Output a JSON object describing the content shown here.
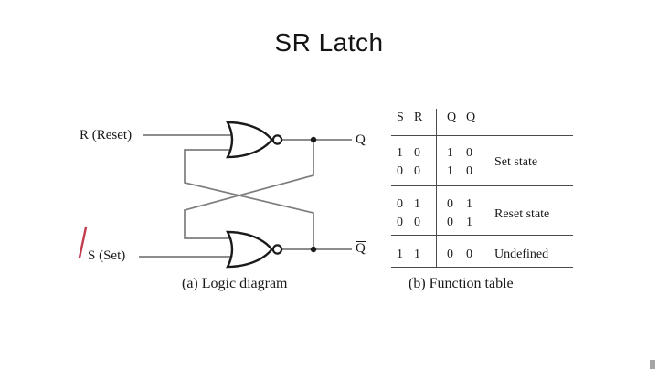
{
  "title": "SR Latch",
  "diagram": {
    "caption": "(a) Logic diagram",
    "labels": {
      "r_input": "R (Reset)",
      "s_input": "S (Set)",
      "q_output": "Q",
      "qbar_output": "Q"
    },
    "gates": [
      "NOR",
      "NOR"
    ],
    "annotation": "red-pen-stroke"
  },
  "table": {
    "caption": "(b) Function table",
    "headers": {
      "s": "S",
      "r": "R",
      "q": "Q",
      "qbar": "Q"
    },
    "groups": [
      {
        "label": "Set state",
        "rows": [
          [
            "1",
            "0",
            "1",
            "0"
          ],
          [
            "0",
            "0",
            "1",
            "0"
          ]
        ]
      },
      {
        "label": "Reset state",
        "rows": [
          [
            "0",
            "1",
            "0",
            "1"
          ],
          [
            "0",
            "0",
            "0",
            "1"
          ]
        ]
      },
      {
        "label": "Undefined",
        "rows": [
          [
            "1",
            "1",
            "0",
            "0"
          ]
        ]
      }
    ]
  },
  "colors": {
    "ink": "#1a1a1a",
    "wire": "#7d7d7d",
    "annotation_red": "#c23b4e",
    "corner_mark": "#a5a5a5",
    "background": "#ffffff"
  }
}
